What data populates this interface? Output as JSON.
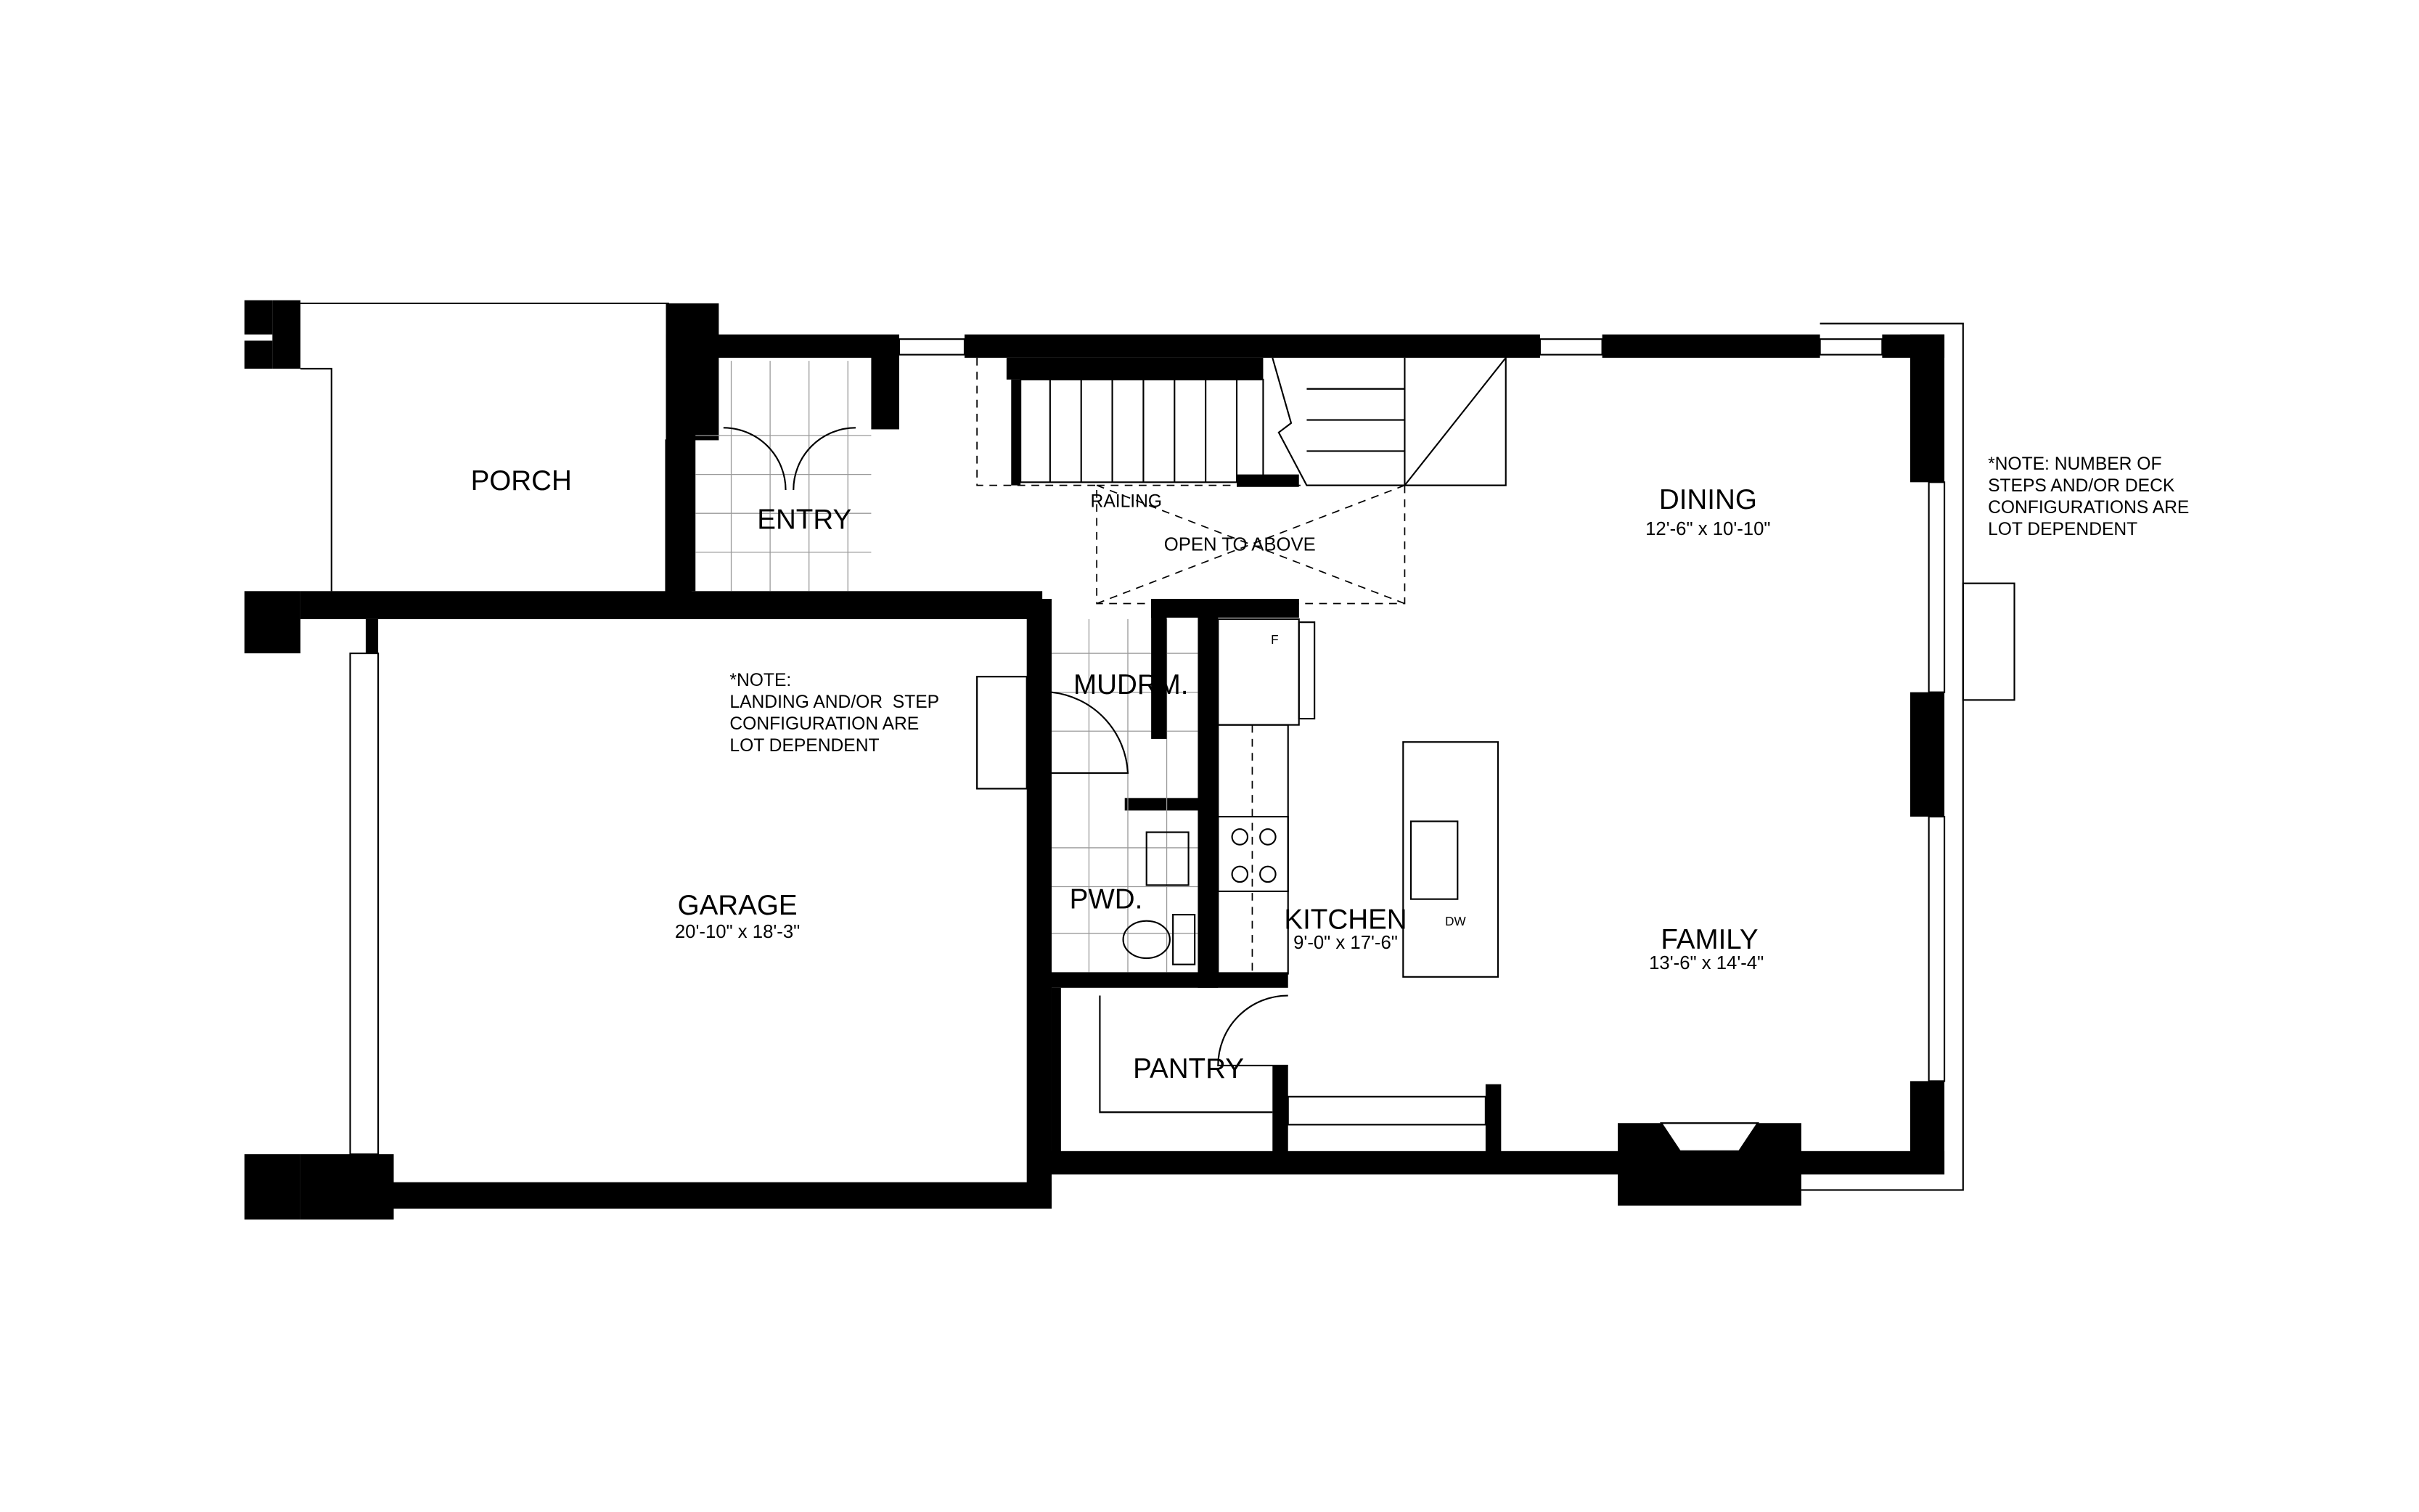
{
  "rooms": {
    "porch": {
      "name": "PORCH"
    },
    "entry": {
      "name": "ENTRY"
    },
    "dining": {
      "name": "DINING",
      "size": "12'-6\" x 10'-10\""
    },
    "open_to_above": {
      "name": "OPEN TO ABOVE"
    },
    "railing": {
      "name": "RAILING"
    },
    "mudroom": {
      "name": "MUDRM."
    },
    "powder": {
      "name": "PWD."
    },
    "garage": {
      "name": "GARAGE",
      "size": "20'-10\" x 18'-3\""
    },
    "kitchen": {
      "name": "KITCHEN",
      "size": "9'-0\" x 17'-6\""
    },
    "family": {
      "name": "FAMILY",
      "size": "13'-6\" x 14'-4\""
    },
    "pantry": {
      "name": "PANTRY"
    }
  },
  "appliances": {
    "fridge": "F",
    "dishwasher": "DW"
  },
  "notes": {
    "garage_note": [
      "*NOTE:",
      "LANDING AND/OR  STEP",
      "CONFIGURATION ARE",
      "LOT DEPENDENT"
    ],
    "deck_note": [
      "*NOTE: NUMBER OF",
      "STEPS AND/OR DECK",
      "CONFIGURATIONS ARE",
      "LOT DEPENDENT"
    ]
  }
}
